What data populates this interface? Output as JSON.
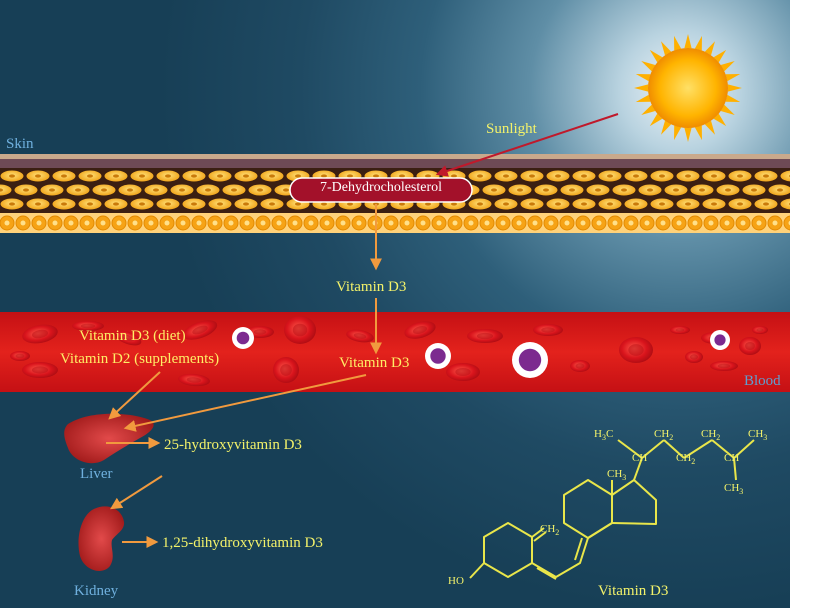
{
  "labels": {
    "skin": "Skin",
    "blood": "Blood",
    "sunlight": "Sunlight",
    "dehydrocholesterol": "7-Dehydrocholesterol",
    "vitamin_d3_skin": "Vitamin D3",
    "vitamin_d3_blood": "Vitamin D3",
    "vitamin_d3_diet": "Vitamin D3 (diet)",
    "vitamin_d2_supplements": "Vitamin D2 (supplements)",
    "hydroxyvitamin": "25-hydroxyvitamin D3",
    "dihydroxyvitamin": "1,25-dihydroxyvitamin D3",
    "liver": "Liver",
    "kidney": "Kidney",
    "structure_caption": "Vitamin D3"
  },
  "chemistry": {
    "h3c": "H",
    "h3c_sub": "3",
    "h3c_c": "C",
    "ch_a": "CH",
    "ch2_a": "CH",
    "ch2_a_sub": "2",
    "ch2_b": "CH",
    "ch2_b_sub": "2",
    "ch2_c": "CH",
    "ch2_c_sub": "2",
    "ch_b": "CH",
    "ch3_a": "CH",
    "ch3_a_sub": "3",
    "ch3_b": "CH",
    "ch3_b_sub": "3",
    "ch3_c": "CH",
    "ch3_c_sub": "3",
    "ch2_ring": "CH",
    "ch2_ring_sub": "2",
    "ho": "HO"
  },
  "colors": {
    "arrow_orange": "#f19a3e",
    "arrow_red": "#c0192b",
    "blood": "#cf1418",
    "skin_cells": "#f6a316",
    "label_yellow": "#f3f26a"
  }
}
